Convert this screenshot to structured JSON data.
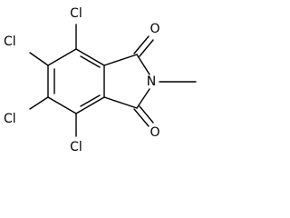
{
  "molecule": {
    "atoms": {
      "cl_top": "Cl",
      "cl_upper_left": "Cl",
      "cl_lower_left": "Cl",
      "cl_bottom": "Cl",
      "o_top": "O",
      "o_bottom": "O",
      "n": "N"
    }
  }
}
